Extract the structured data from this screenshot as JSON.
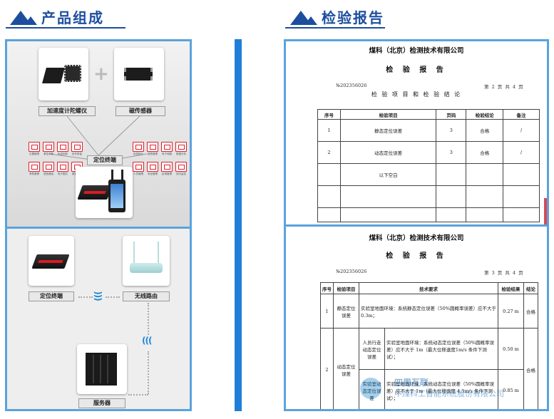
{
  "headers": {
    "left": "产品组成",
    "right": "检验报告"
  },
  "product": {
    "top_labels": {
      "imu": "加速度计陀螺仪",
      "mag": "磁传感器",
      "terminal": "定位终端"
    },
    "icons_left": [
      {
        "name": "gps-icon",
        "caption": "位置管理"
      },
      {
        "name": "alarm-icon",
        "caption": "紧急求救"
      },
      {
        "name": "touch-icon",
        "caption": "轨迹回放"
      },
      {
        "name": "signal-icon",
        "caption": "信号质量"
      },
      {
        "name": "clock-icon",
        "caption": "考勤管理"
      },
      {
        "name": "voice-icon",
        "caption": "语音通话"
      },
      {
        "name": "lock-icon",
        "caption": "电子围栏"
      },
      {
        "name": "data-icon",
        "caption": "数据统计"
      }
    ],
    "icons_right": [
      {
        "name": "list-icon",
        "caption": "信息统计"
      },
      {
        "name": "chart-icon",
        "caption": "报表管理"
      },
      {
        "name": "building-icon",
        "caption": "电子地图"
      },
      {
        "name": "bar-icon",
        "caption": "数据分析"
      },
      {
        "name": "user-icon",
        "caption": "人员管理"
      },
      {
        "name": "stamp-icon",
        "caption": "安全管理"
      },
      {
        "name": "map-icon",
        "caption": "区域管理"
      },
      {
        "name": "monitor-icon",
        "caption": "实时监控"
      }
    ],
    "bottom_labels": {
      "terminal": "定位终端",
      "router": "无线路由",
      "server": "服务器"
    }
  },
  "report": {
    "company": "煤科（北京）检测技术有限公司",
    "title": "检 验 报 告",
    "report_no": "№202356026",
    "page1": {
      "page_info": "第 2 页 共 4 页",
      "subtitle": "检 验 项 目 和 检 验 结 论",
      "headers": [
        "序号",
        "检验项目",
        "页码",
        "检验结论",
        "备注"
      ],
      "rows": [
        [
          "1",
          "静态定位误差",
          "3",
          "合格",
          "/"
        ],
        [
          "2",
          "动态定位误差",
          "3",
          "合格",
          "/"
        ],
        [
          "",
          "以下空白",
          "",
          "",
          ""
        ]
      ]
    },
    "page2": {
      "page_info": "第 3 页 共 4 页",
      "headers": [
        "序号",
        "检验项目",
        "技术要求",
        "检验结果",
        "结论"
      ],
      "row1": {
        "no": "1",
        "item": "静态定位误差",
        "req": "实验室地面环境：系统静态定位误差（50%圆概率误差）应不大于 0.3m；",
        "result": "0.27 m",
        "conclusion": "合格"
      },
      "row2": {
        "no": "2",
        "item": "动态定位误差",
        "sub1_item": "人员行走动态定位误差",
        "sub1_req": "实验室地面环境：系统动态定位误差（50%圆概率误差）应不大于 1m（最大位移速度1m/s 条件下测试）；",
        "sub1_result": "0.50 m",
        "sub2_item": "实验室动态定位误差",
        "sub2_req": "实验室地面环境：系统动态定位误差（50%圆概率误差）应不大于 1m（最大位移速度 4.3m/s 条件下测试）；",
        "sub2_result": "0.85 m",
        "conclusion": "合格"
      }
    },
    "watermark": {
      "line1": "四周互联",
      "line2": "中煤科工智能系统股份有限公司"
    }
  }
}
